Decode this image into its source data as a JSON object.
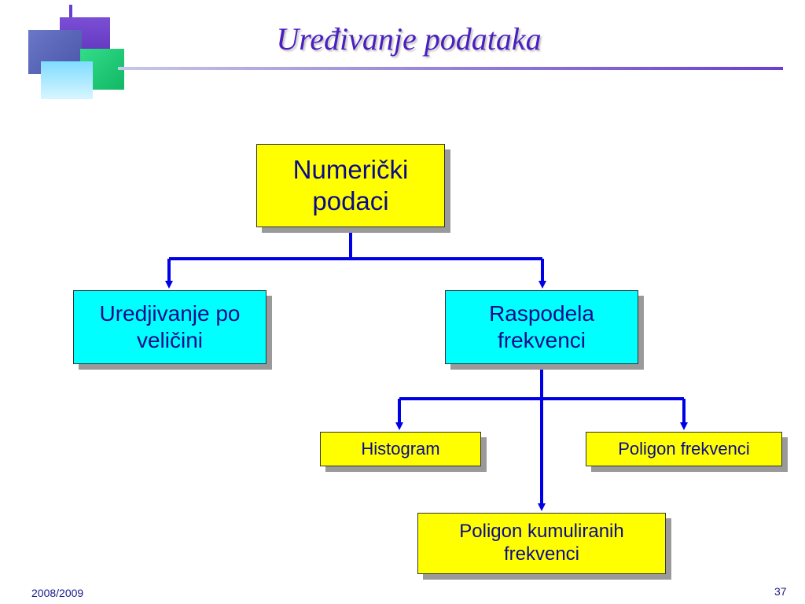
{
  "slide": {
    "title": "Uređivanje podataka",
    "footer_date": "2008/2009",
    "page_number": "37"
  },
  "diagram": {
    "root": "Numerički\npodaci",
    "left": "Uredjivanje po\nveličini",
    "right": "Raspodela\nfrekvenci",
    "histogram": "Histogram",
    "polygon": "Poligon frekvenci",
    "cumulative": "Poligon kumuliranih\nfrekvenci"
  },
  "colors": {
    "connector": "#0000e6",
    "yellow_box": "#ffff00",
    "cyan_box": "#00ffff",
    "title": "#4b1fbf"
  }
}
